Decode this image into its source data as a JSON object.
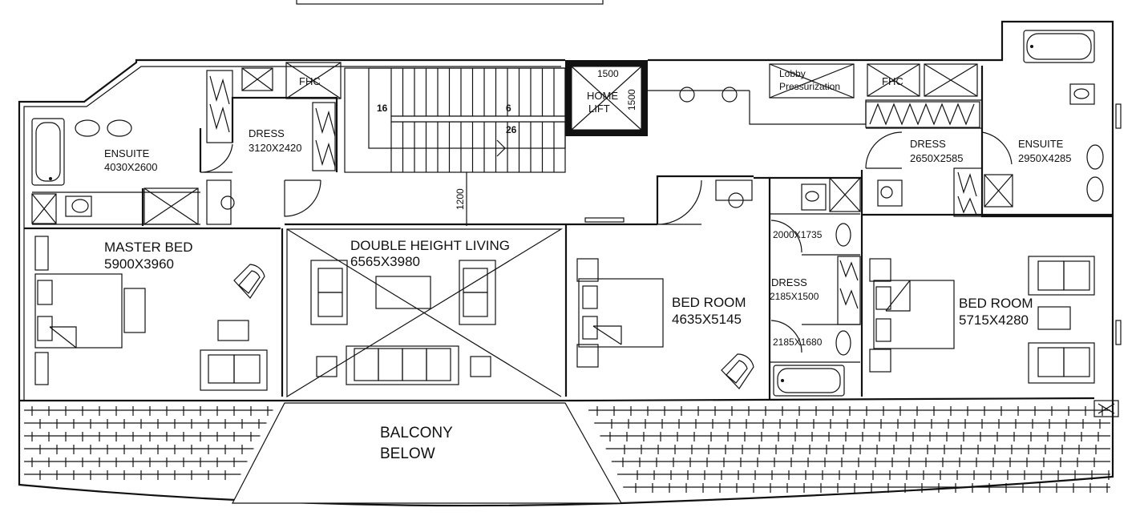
{
  "labels": {
    "ensuite_left": "ENSUITE",
    "ensuite_left_dim": "4030X2600",
    "dress_left": "DRESS",
    "dress_left_dim": "3120X2420",
    "fhc_left": "FHC",
    "stair_16": "16",
    "stair_6": "6",
    "stair_26": "26",
    "lift_dim_top": "1500",
    "lift_dim_side": "1500",
    "home_lift_1": "HOME",
    "home_lift_2": "LIFT",
    "lobby_1": "Lobby",
    "lobby_2": "Pressurization",
    "fhc_right": "FHC",
    "dress_right": "DRESS",
    "dress_right_dim": "2650X2585",
    "ensuite_right": "ENSUITE",
    "ensuite_right_dim": "2950X4285",
    "corridor_dim": "1200",
    "master_bed": "MASTER BED",
    "master_bed_dim": "5900X3960",
    "living": "DOUBLE HEIGHT LIVING",
    "living_dim": "6565X3980",
    "bed_room_mid": "BED ROOM",
    "bed_room_mid_dim": "4635X5145",
    "bath_upper_dim": "2000X1735",
    "dress_mid": "DRESS",
    "dress_mid_dim": "2185X1500",
    "bath_lower_dim": "2185X1680",
    "bed_room_right": "BED ROOM",
    "bed_room_right_dim": "5715X4280",
    "balcony_1": "BALCONY",
    "balcony_2": "BELOW"
  }
}
